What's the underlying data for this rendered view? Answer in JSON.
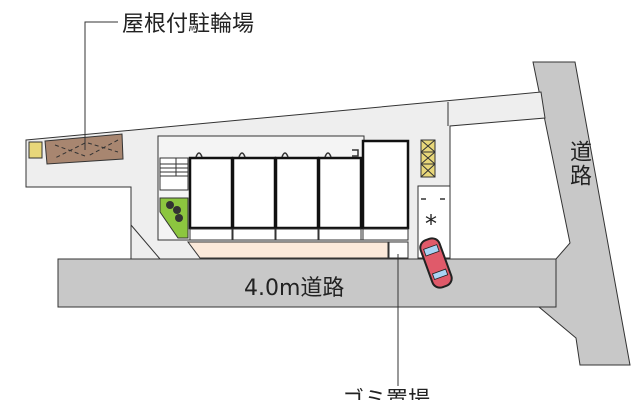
{
  "labels": {
    "covered_bicycle_parking": "屋根付駐輪場",
    "main_road": "4.0m道路",
    "side_road": "道路",
    "garbage_area": "ゴミ置場"
  },
  "colors": {
    "road": "#c8c8c8",
    "site": "#eeeeee",
    "bicycle_shed": "#a88670",
    "greenery": "#8cc63f",
    "car": "#e05a6a",
    "frontage": "#fbe9da",
    "storage": "#e8d77a"
  },
  "icons": [
    "car-icon",
    "stairs-icon",
    "tree-icon",
    "parking-mark-icon"
  ]
}
